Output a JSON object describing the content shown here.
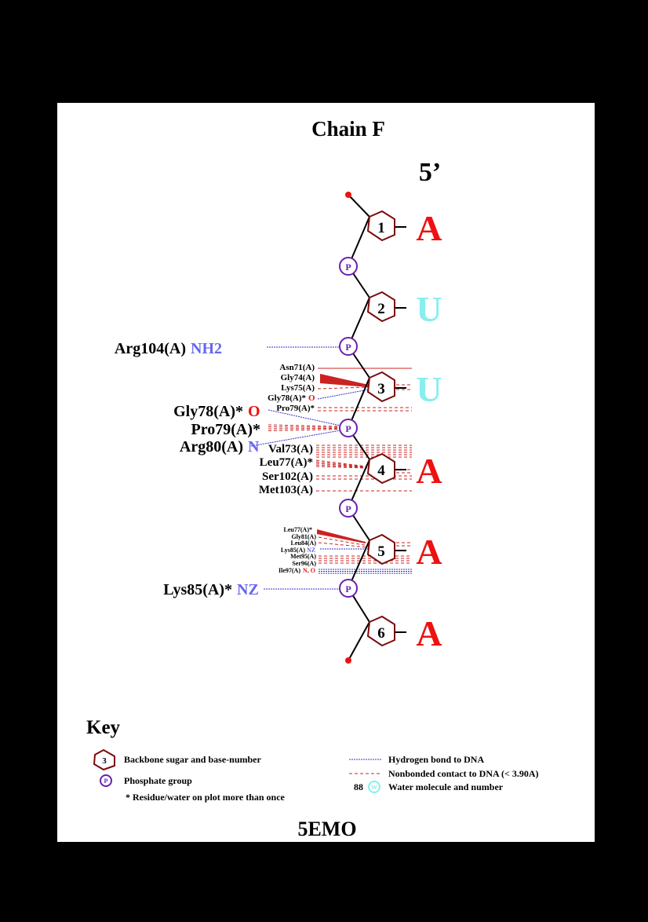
{
  "chain_title": "Chain F",
  "five_prime": "5’",
  "colors": {
    "background": "#000000",
    "panel": "#ffffff",
    "sugar": "#7a0a0a",
    "phosphate": "#6a1fb0",
    "base_purine": "#ee1111",
    "base_pyrimidine": "#88eeee",
    "hbond": "#3333cc",
    "nonbonded": "#cc2222",
    "atom_O": "#ee1111",
    "atom_N": "#6666ee"
  },
  "nucleotides": [
    {
      "number": "1",
      "base": "A"
    },
    {
      "number": "2",
      "base": "U"
    },
    {
      "number": "3",
      "base": "U"
    },
    {
      "number": "4",
      "base": "A"
    },
    {
      "number": "5",
      "base": "A"
    },
    {
      "number": "6",
      "base": "A"
    }
  ],
  "phosphate_label": "P",
  "phosphate_contacts": [
    {
      "residue": "Arg104(A)",
      "atom": "NH2"
    },
    {
      "residue": "Gly78(A)*",
      "atom": "O"
    },
    {
      "residue": "Pro79(A)*",
      "atom": ""
    },
    {
      "residue": "Arg80(A)",
      "atom": "N"
    },
    {
      "residue": "Lys85(A)*",
      "atom": "NZ"
    }
  ],
  "sugar3_contacts": [
    {
      "residue": "Asn71(A)",
      "atom": ""
    },
    {
      "residue": "Gly74(A)",
      "atom": ""
    },
    {
      "residue": "Lys75(A)",
      "atom": ""
    },
    {
      "residue": "Gly78(A)*",
      "atom": "O"
    },
    {
      "residue": "Pro79(A)*",
      "atom": ""
    }
  ],
  "sugar4_contacts": [
    {
      "residue": "Val73(A)",
      "atom": ""
    },
    {
      "residue": "Leu77(A)*",
      "atom": ""
    },
    {
      "residue": "Ser102(A)",
      "atom": ""
    },
    {
      "residue": "Met103(A)",
      "atom": ""
    }
  ],
  "sugar5_contacts": [
    {
      "residue": "Leu77(A)*",
      "atom": ""
    },
    {
      "residue": "Gly81(A)",
      "atom": ""
    },
    {
      "residue": "Leu84(A)",
      "atom": ""
    },
    {
      "residue": "Lys85(A)",
      "atom": "NZ"
    },
    {
      "residue": "Met95(A)",
      "atom": ""
    },
    {
      "residue": "Ser96(A)",
      "atom": ""
    },
    {
      "residue": "Ile97(A)",
      "atom": "N, O"
    }
  ],
  "key": {
    "title": "Key",
    "sugar_sample": "3",
    "sugar_desc": "Backbone sugar and base-number",
    "phosphate_sample": "P",
    "phosphate_desc": "Phosphate group",
    "repeat_desc": "* Residue/water on plot more than once",
    "hbond_desc": "Hydrogen bond to DNA",
    "nonbonded_desc": "Nonbonded contact to DNA (< 3.90A)",
    "water_number": "88",
    "water_symbol": "W",
    "water_desc": "Water molecule and number"
  },
  "pdb_code": "5EMO"
}
